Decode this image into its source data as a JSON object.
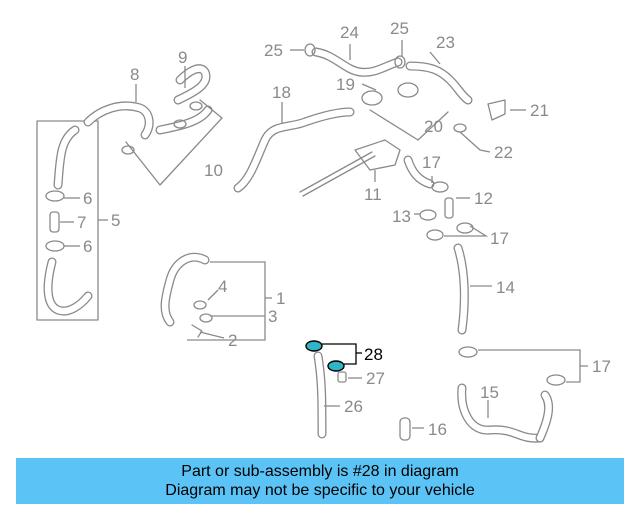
{
  "diagram": {
    "labels": {
      "n1": "1",
      "n2": "2",
      "n3": "3",
      "n4": "4",
      "n5": "5",
      "n6a": "6",
      "n6b": "6",
      "n7": "7",
      "n8": "8",
      "n9": "9",
      "n10": "10",
      "n11": "11",
      "n12": "12",
      "n13": "13",
      "n14": "14",
      "n15": "15",
      "n16": "16",
      "n17a": "17",
      "n17b": "17",
      "n17c": "17",
      "n18": "18",
      "n19": "19",
      "n20": "20",
      "n21": "21",
      "n22": "22",
      "n23": "23",
      "n24": "24",
      "n25a": "25",
      "n25b": "25",
      "n26": "26",
      "n27": "27",
      "n28": "28"
    },
    "highlight_color": "#2fb5c8",
    "line_color": "#8a8a8a"
  },
  "banner": {
    "line1": "Part or sub-assembly is #28 in diagram",
    "line2": "Diagram may not be specific to your vehicle",
    "color": "#5bc3f5"
  }
}
